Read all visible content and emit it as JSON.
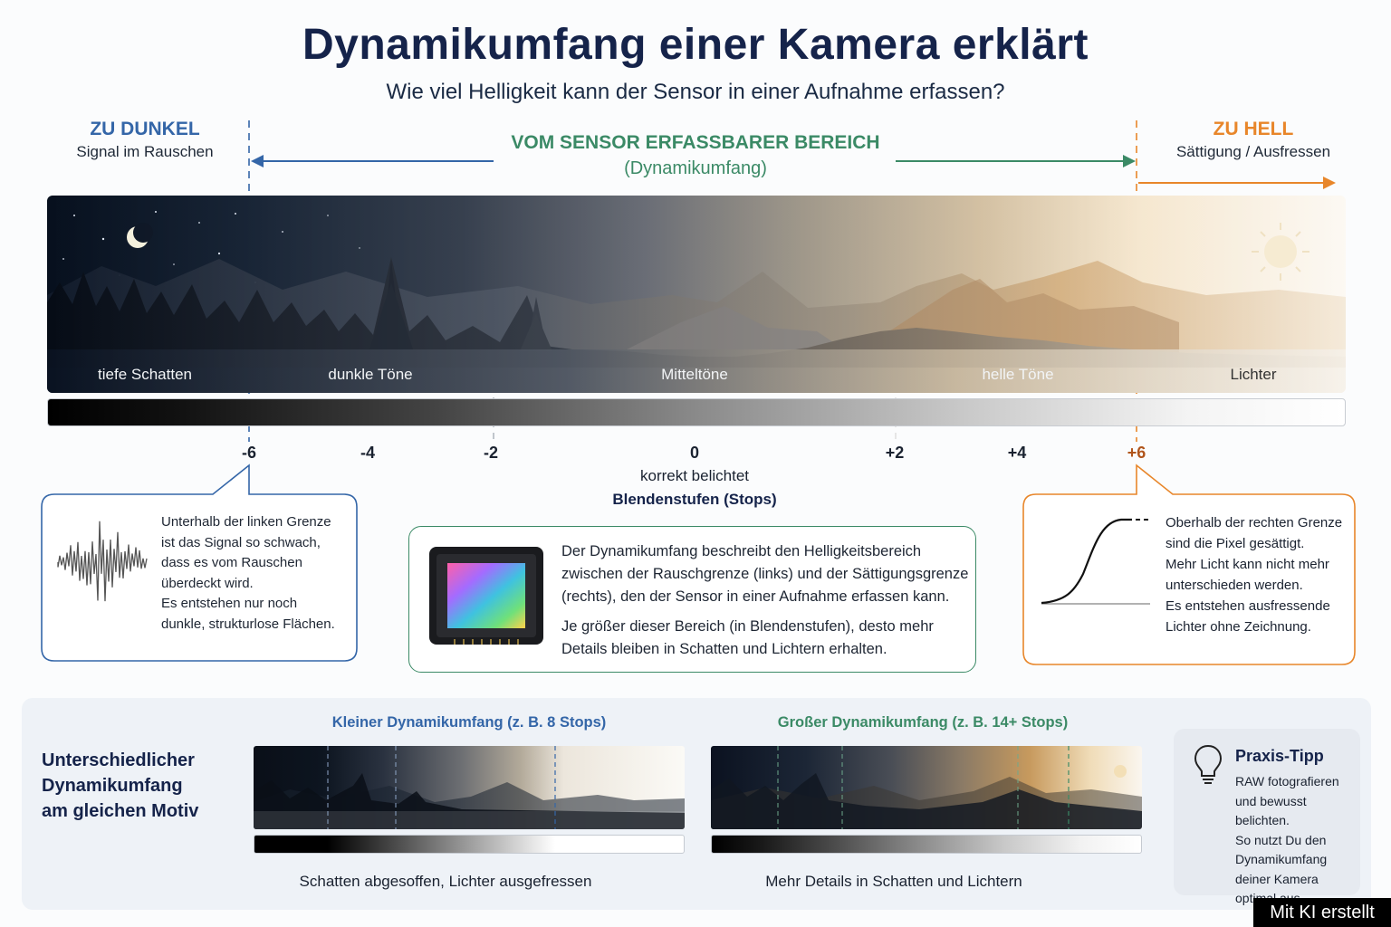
{
  "header": {
    "title": "Dynamikumfang einer Kamera erklärt",
    "subtitle": "Wie viel Helligkeit kann der Sensor in einer Aufnahme erfassen?"
  },
  "zones": {
    "dark": {
      "title": "ZU DUNKEL",
      "subtitle": "Signal im Rauschen"
    },
    "range": {
      "title": "VOM SENSOR ERFASSBARER BEREICH",
      "subtitle": "(Dynamikumfang)"
    },
    "bright": {
      "title": "ZU HELL",
      "subtitle": "Sättigung / Ausfressen"
    }
  },
  "scene_labels": [
    "tiefe Schatten",
    "dunkle Töne",
    "Mitteltöne",
    "helle Töne",
    "Lichter"
  ],
  "scale": {
    "ticks": [
      "-6",
      "-4",
      "-2",
      "0",
      "+2",
      "+4",
      "+6"
    ],
    "zero_caption": "korrekt belichtet",
    "axis_label": "Blendenstufen (Stops)"
  },
  "cards": {
    "left": [
      "Unterhalb der linken Grenze",
      "ist das Signal so schwach,",
      "dass es vom Rauschen",
      "überdeckt wird.",
      "Es entstehen nur noch",
      "dunkle, strukturlose Flächen."
    ],
    "center": {
      "p1": [
        "Der Dynamikumfang beschreibt den Helligkeitsbereich",
        "zwischen der Rauschgrenze (links) und der Sättigungsgrenze",
        "(rechts), den der Sensor in einer Aufnahme erfassen kann."
      ],
      "p2": [
        "Je größer dieser Bereich (in Blendenstufen), desto mehr",
        "Details bleiben in Schatten und Lichtern erhalten."
      ]
    },
    "right": [
      "Oberhalb der rechten Grenze",
      "sind die Pixel gesättigt.",
      "Mehr Licht kann nicht mehr",
      "unterschieden werden.",
      "Es entstehen ausfressende",
      "Lichter ohne Zeichnung."
    ]
  },
  "comparison": {
    "heading": [
      "Unterschiedlicher",
      "Dynamikumfang",
      "am gleichen Motiv"
    ],
    "small": {
      "title": "Kleiner Dynamikumfang (z. B. 8 Stops)",
      "caption": "Schatten abgesoffen, Lichter ausgefressen"
    },
    "large": {
      "title": "Großer Dynamikumfang (z. B. 14+ Stops)",
      "caption": "Mehr Details in Schatten und Lichtern"
    }
  },
  "tip": {
    "title": "Praxis-Tipp",
    "lines": [
      "RAW fotografieren",
      "und bewusst belichten.",
      "So nutzt Du den",
      "Dynamikumfang",
      "deiner Kamera",
      "optimal aus."
    ]
  },
  "badge": "Mit KI erstellt",
  "icons": [
    "moon-icon",
    "sun-icon",
    "noise-waveform-icon",
    "saturation-curve-icon",
    "sensor-chip-icon",
    "lightbulb-icon"
  ],
  "colors": {
    "dark": "#3466a8",
    "range": "#3b8a66",
    "bright": "#e8862a",
    "title": "#15234a"
  }
}
